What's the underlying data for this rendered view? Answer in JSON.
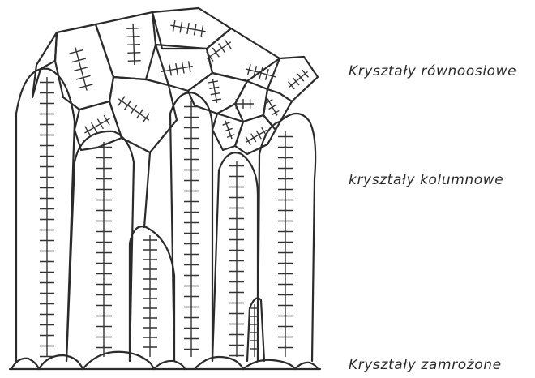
{
  "labels": {
    "equiaxed": "Kryształy równoosiowe",
    "columnar": "kryształy kolumnowe",
    "chill": "Kryształy zamrożone"
  },
  "colors": {
    "ink": "#2b2b2b",
    "background": "#ffffff"
  }
}
